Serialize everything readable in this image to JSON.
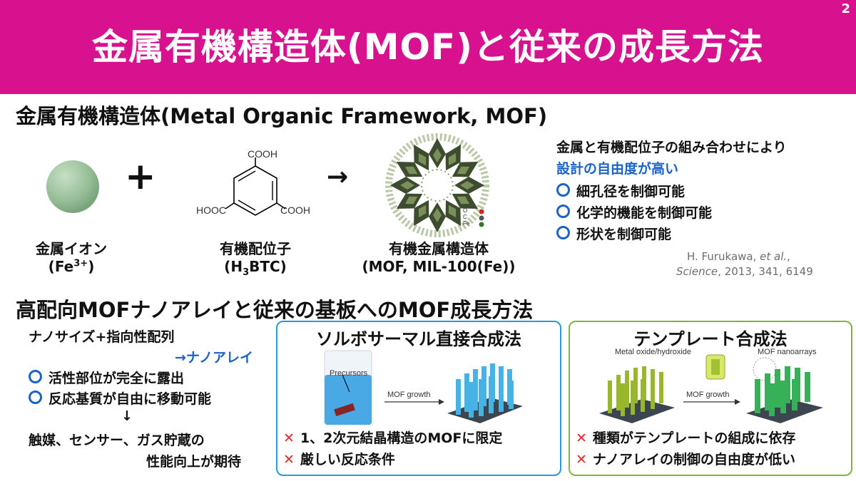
{
  "header": {
    "title": "金属有機構造体(MOF)と従来の成長方法",
    "page_number": "2",
    "color": "#d8128f"
  },
  "section1": {
    "heading": "金属有機構造体(Metal Organic Framework, MOF)",
    "plus_symbol": "+",
    "arrow_symbol": "→",
    "metal_ion": {
      "label_line1": "金属イオン",
      "label_line2_prefix": "(Fe",
      "label_line2_sup": "3+",
      "label_line2_suffix": ")"
    },
    "ligand": {
      "label_line1": "有機配位子",
      "label_line2_prefix": "(H",
      "label_line2_sub": "3",
      "label_line2_suffix": "BTC)",
      "group_top": "COOH",
      "group_left": "HOOC",
      "group_right": "COOH"
    },
    "mof": {
      "label_line1": "有機金属構造体",
      "label_line2": "(MOF, MIL-100(Fe))",
      "legend": [
        "O",
        "C",
        "Fe"
      ]
    },
    "description": {
      "line1": "金属と有機配位子の組み合わせにより",
      "line2": "設計の自由度が高い",
      "bullets": [
        "細孔径を制御可能",
        "化学的機能を制御可能",
        "形状を制御可能"
      ]
    },
    "citation": {
      "authors": "H. Furukawa, ",
      "etal": "et al.",
      "authors_suffix": ",",
      "journal": "Science",
      "details": ", 2013, 341, 6149"
    }
  },
  "section2": {
    "heading": "高配向MOFナノアレイと従来の基板へのMOF成長方法",
    "left": {
      "line1": "ナノサイズ+指向性配列",
      "line2": "→ナノアレイ",
      "bullets": [
        "活性部位が完全に露出",
        "反応基質が自由に移動可能"
      ],
      "down_arrow": "↓",
      "line3": "触媒、センサー、ガス貯蔵の",
      "line4": "性能向上が期待"
    },
    "solvothermal": {
      "title": "ソルボサーマル直接合成法",
      "precursors_label": "Precursors",
      "arrow_label": "MOF growth",
      "cons": [
        "1、2次元結晶構造のMOFに限定",
        "厳しい反応条件"
      ]
    },
    "template": {
      "title": "テンプレート合成法",
      "left_label": "Metal oxide/hydroxide",
      "right_label": "MOF nanoarrays",
      "arrow_label": "MOF growth",
      "cons": [
        "種類がテンプレートの組成に依存",
        "ナノアレイの制御の自由度が低い"
      ]
    }
  },
  "colors": {
    "accent_blue": "#1a63c9",
    "cross_red": "#e02a2a",
    "box_blue": "#2a9ad6",
    "box_green": "#7db83a"
  }
}
